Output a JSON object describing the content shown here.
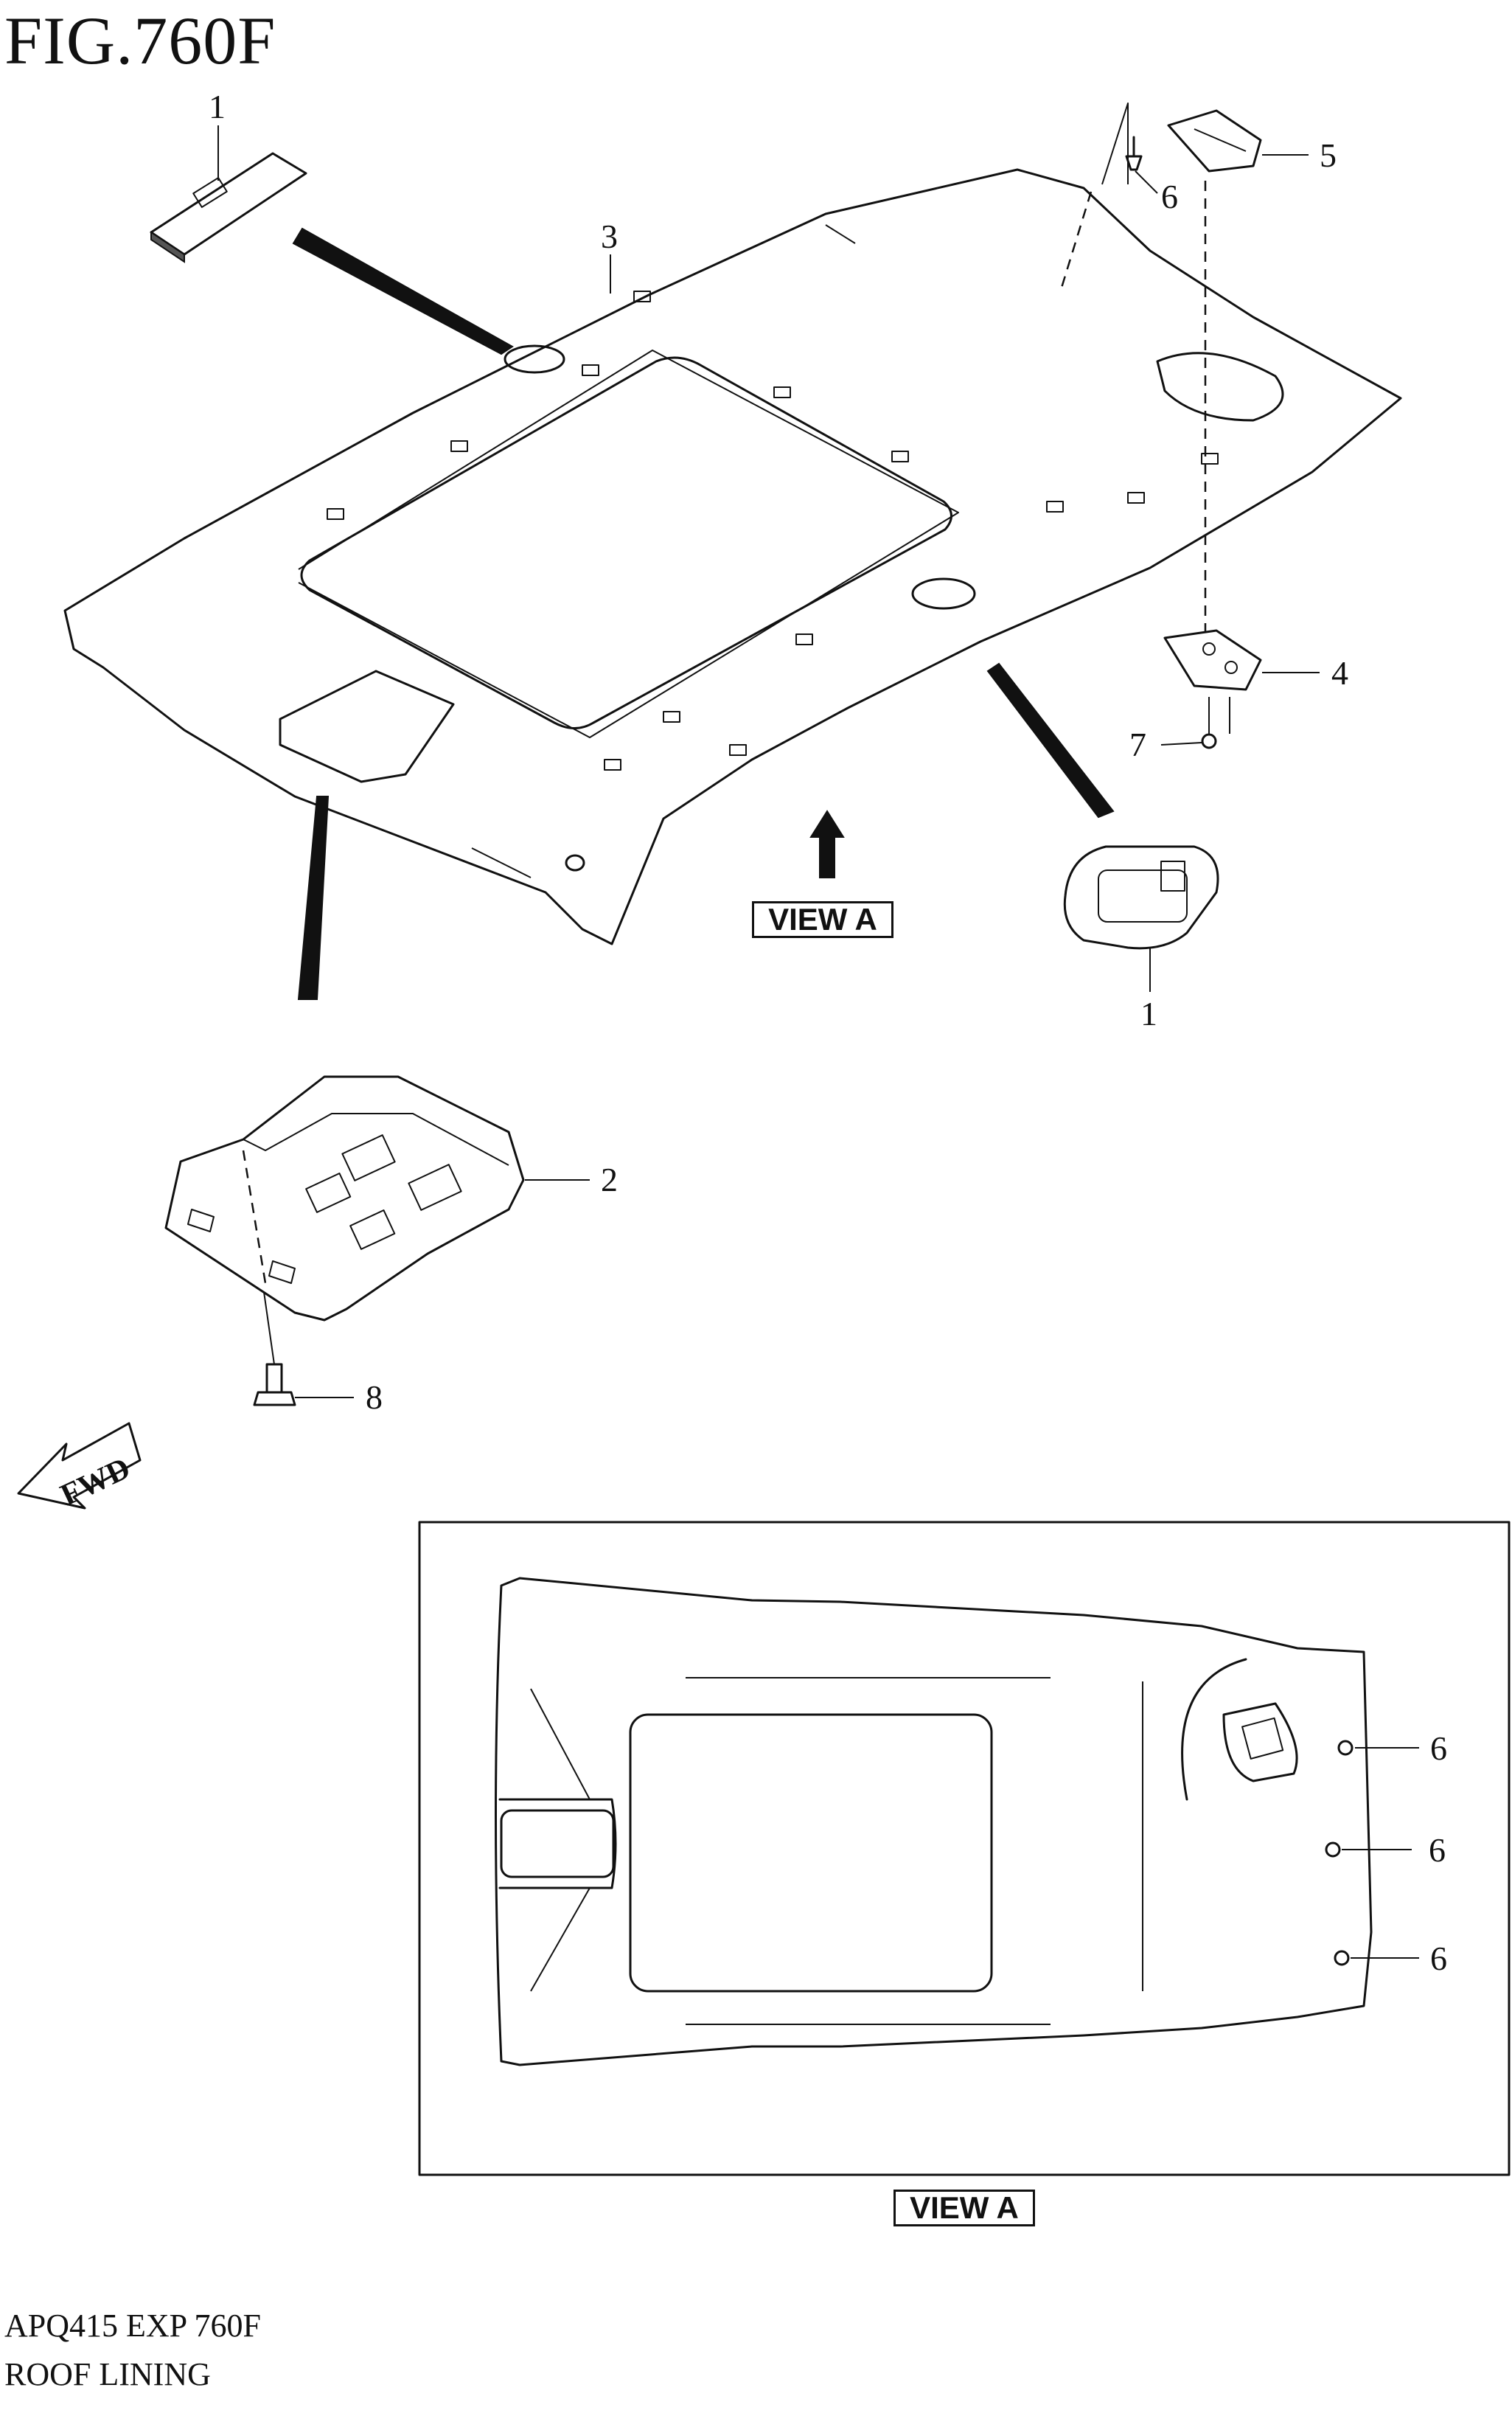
{
  "figure": {
    "title": "FIG.760F",
    "code": "APQ415 EXP 760F",
    "name": "ROOF LINING",
    "view_label_main": "VIEW A",
    "view_label_inset": "VIEW A",
    "fwd_label": "FWD"
  },
  "callouts": {
    "c1_top": "1",
    "c1_right": "1",
    "c2": "2",
    "c3": "3",
    "c4": "4",
    "c5": "5",
    "c6_top": "6",
    "c7": "7",
    "c8": "8",
    "c6_inset_a": "6",
    "c6_inset_b": "6",
    "c6_inset_c": "6"
  }
}
